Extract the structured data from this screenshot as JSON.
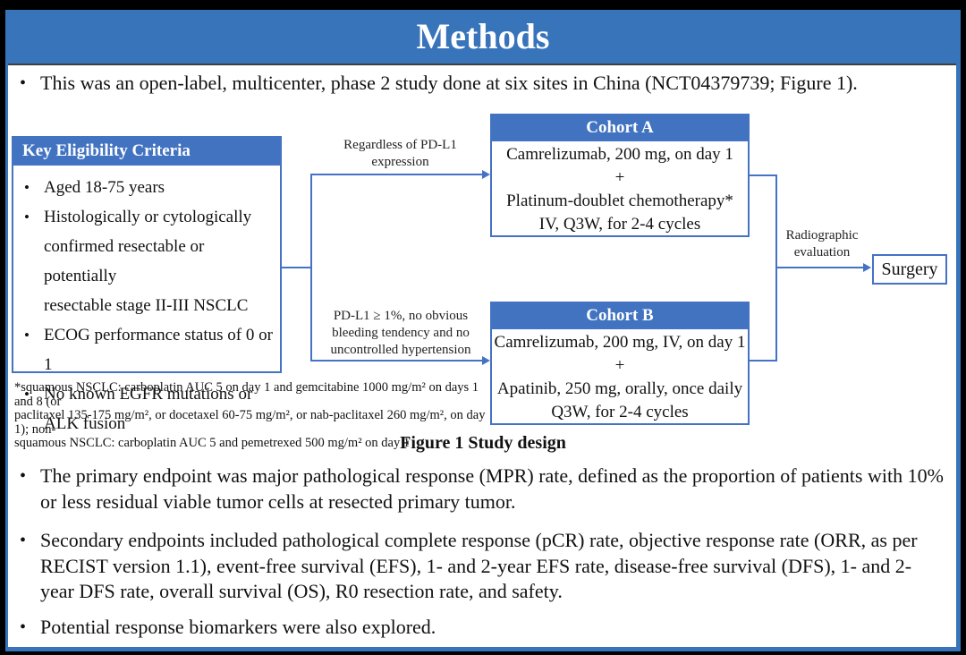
{
  "slide": {
    "title": "Methods",
    "colors": {
      "band_blue": "#3874ba",
      "header_blue": "#4173c1",
      "line_blue": "#4472c4",
      "frame_black": "#000000"
    }
  },
  "bullets": {
    "b1": "This was an open-label, multicenter, phase 2 study done at six sites in China (NCT04379739; Figure 1).",
    "b2": "The primary endpoint was major pathological response (MPR) rate, defined as the proportion of patients with 10% or less residual viable tumor cells at resected primary tumor.",
    "b3": "Secondary endpoints included pathological complete response (pCR) rate, objective response rate (ORR, as per RECIST version 1.1), event-free survival (EFS), 1- and 2-year EFS rate, disease-free survival (DFS), 1- and 2-year DFS rate, overall survival (OS), R0 resection rate, and safety.",
    "b4": "Potential response biomarkers were also explored."
  },
  "figure": {
    "caption": "Figure 1 Study design",
    "eligibility": {
      "header": "Key Eligibility Criteria",
      "items": [
        "Aged 18-75 years",
        "Histologically or cytologically\nconfirmed resectable or potentially\nresectable stage II-III NSCLC",
        "ECOG performance status of 0 or 1",
        "No known EGFR mutations or\nALK fusion"
      ]
    },
    "branch_labels": {
      "top": "Regardless of PD-L1\nexpression",
      "bottom": "PD-L1 ≥ 1%, no obvious\nbleeding tendency and no\nuncontrolled hypertension"
    },
    "cohort_a": {
      "header": "Cohort A",
      "lines": [
        "Camrelizumab, 200 mg, on day 1",
        "+",
        "Platinum-doublet chemotherapy*",
        "IV, Q3W, for 2-4 cycles"
      ]
    },
    "cohort_b": {
      "header": "Cohort B",
      "lines": [
        "Camrelizumab, 200 mg, IV, on day 1",
        "+",
        "Apatinib, 250 mg, orally, once daily",
        "Q3W, for 2-4 cycles"
      ]
    },
    "evaluation_label": "Radiographic\nevaluation",
    "surgery_label": "Surgery",
    "footnote": "*squamous NSCLC: carboplatin AUC 5 on day 1 and gemcitabine 1000 mg/m² on days 1 and 8 (or\npaclitaxel 135-175 mg/m², or docetaxel 60-75 mg/m², or nab-paclitaxel 260 mg/m², on day 1); non-\nsquamous NSCLC: carboplatin AUC 5 and pemetrexed 500 mg/m² on day 1"
  }
}
